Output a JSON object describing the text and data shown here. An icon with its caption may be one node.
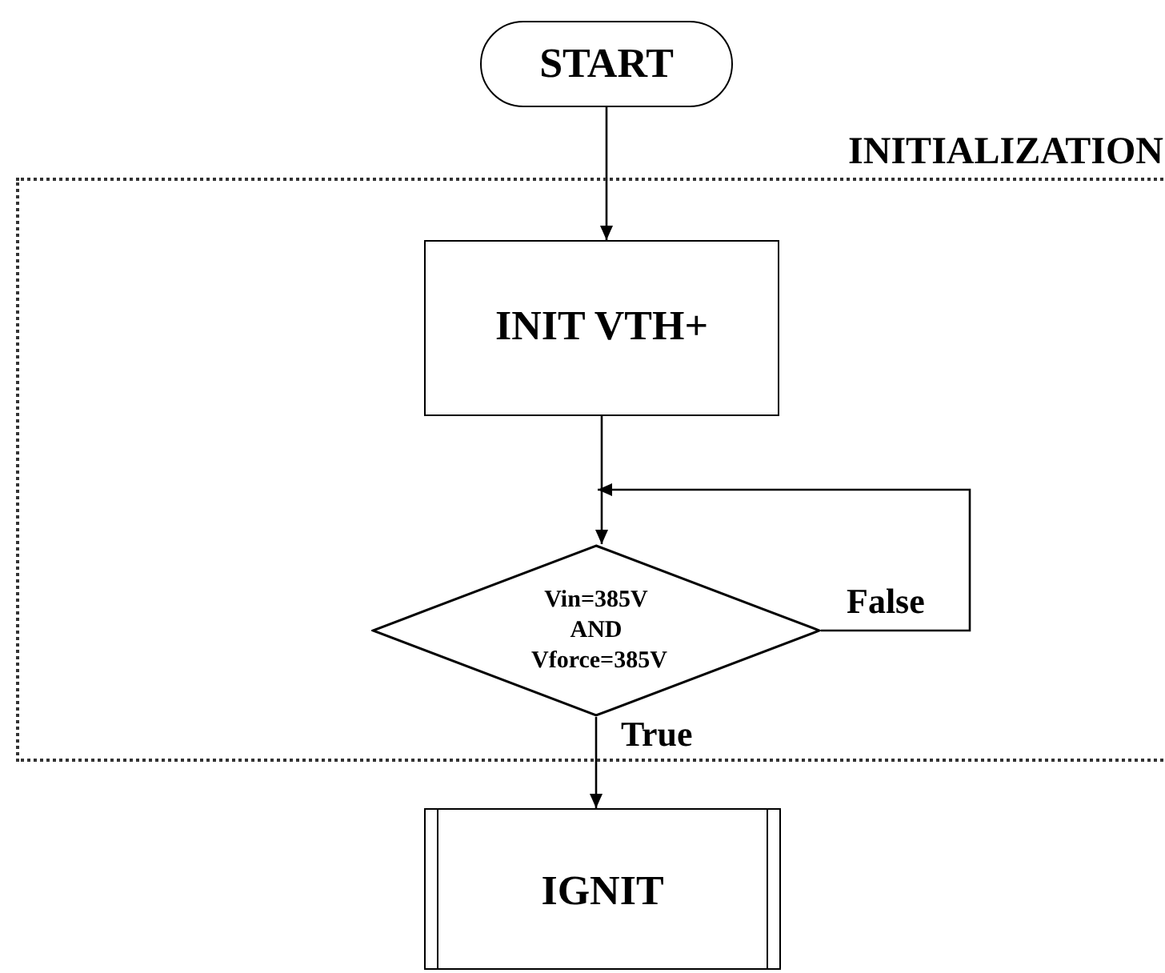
{
  "diagram": {
    "nodes": [
      {
        "text": [
          "START"
        ]
      },
      {
        "text": [
          "INITIALIZATION"
        ]
      },
      {
        "text": [
          "INIT VTH+"
        ],
        "in": 1
      },
      {
        "text": [
          "Vin=385V AND Vforce=385V"
        ],
        "in": 1
      },
      {
        "text": [
          "IGNIT"
        ]
      }
    ],
    "edges": [
      {
        "from": 0,
        "to": 2,
        "arrow": "to"
      },
      {
        "from": 2,
        "to": 3,
        "arrow": "to"
      },
      {
        "from": 3,
        "to": 3,
        "arrow": "to",
        "label": "False"
      },
      {
        "from": 3,
        "to": 4,
        "arrow": "to",
        "label": "True"
      }
    ]
  }
}
